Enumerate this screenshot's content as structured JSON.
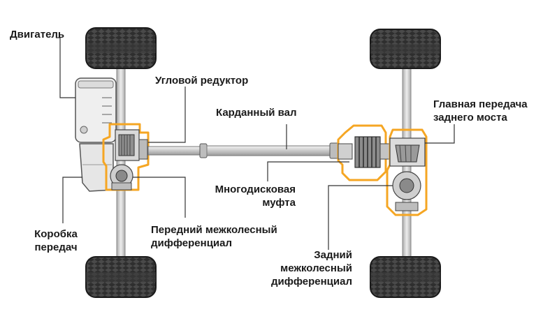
{
  "labels": {
    "engine": "Двигатель",
    "angle_gearbox": "Угловой редуктор",
    "driveshaft": "Карданный вал",
    "rear_final_drive": [
      "Главная передача",
      "заднего моста"
    ],
    "multidisc_clutch": [
      "Многодисковая",
      "муфта"
    ],
    "gearbox": [
      "Коробка",
      "передач"
    ],
    "front_differential": [
      "Передний межколесный",
      "дифференциал"
    ],
    "rear_differential": [
      "Задний",
      "межколесный",
      "дифференциал"
    ]
  },
  "colors": {
    "highlight": "#f5a623",
    "metal_light": "#e8e8e8",
    "metal_mid": "#bdbdbd",
    "metal_dark": "#444444",
    "tire": "#2a2a2a",
    "leader": "#333333"
  }
}
